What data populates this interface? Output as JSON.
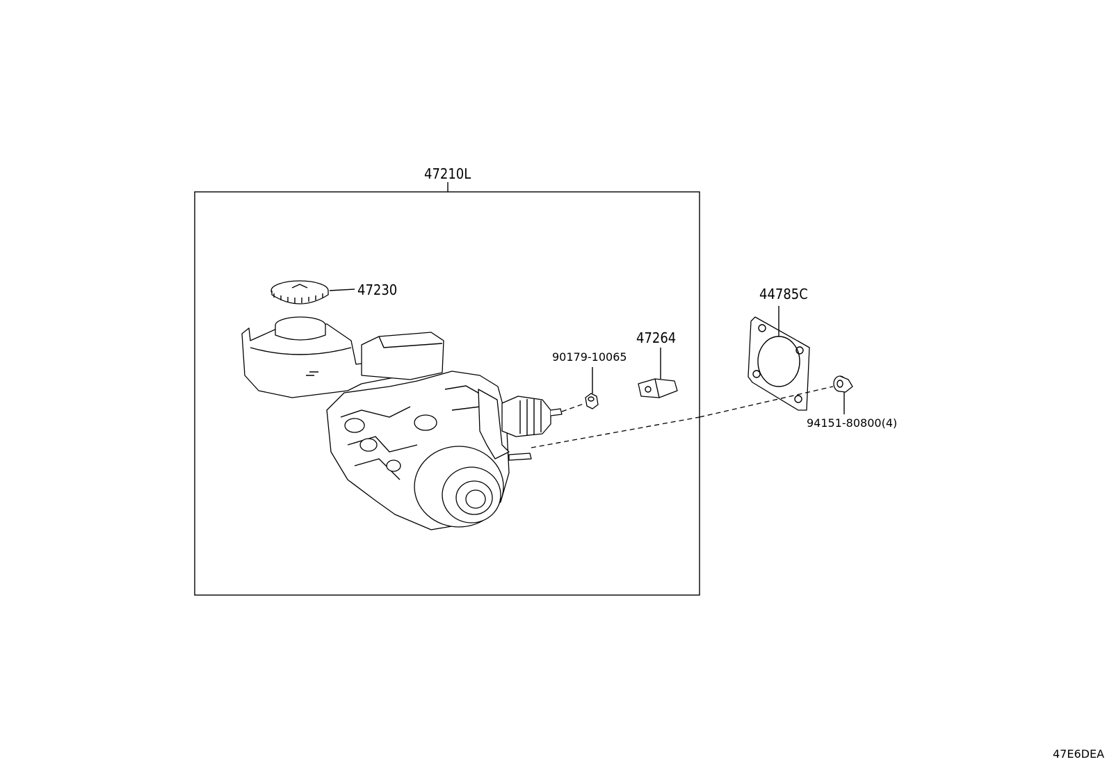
{
  "diagram": {
    "callouts": {
      "assembly": "47210L",
      "reservoir_cap": "47230",
      "nut": "90179-10065",
      "bracket": "47264",
      "gasket": "44785C",
      "bolt": "94151-80800(4)"
    },
    "diagram_code": "47E6DEA"
  }
}
